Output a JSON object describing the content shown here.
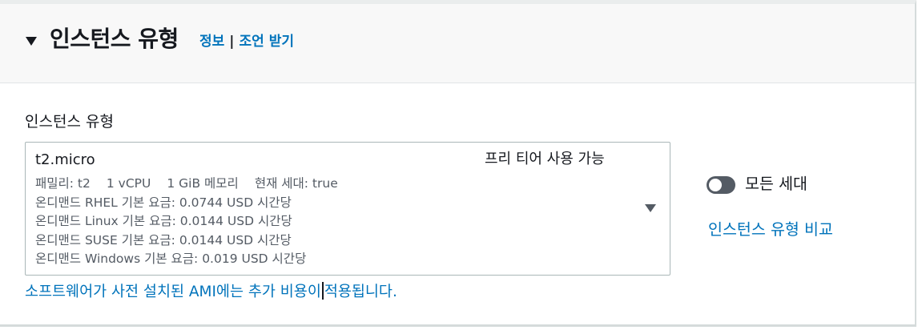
{
  "header": {
    "title": "인스턴스 유형",
    "info_link": "정보",
    "separator": "|",
    "advice_link": "조언 받기"
  },
  "field": {
    "label": "인스턴스 유형"
  },
  "selected_instance": {
    "name": "t2.micro",
    "badge": "프리 티어 사용 가능",
    "family": "패밀리: t2",
    "vcpu": "1 vCPU",
    "memory": "1 GiB 메모리",
    "generation": "현재 세대: true",
    "pricing": [
      "온디맨드 RHEL 기본 요금: 0.0744 USD 시간당",
      "온디맨드 Linux 기본 요금: 0.0144 USD 시간당",
      "온디맨드 SUSE 기본 요금: 0.0144 USD 시간당",
      "온디맨드 Windows 기본 요금: 0.019 USD 시간당"
    ]
  },
  "help_text": {
    "before_cursor": "소프트웨어가 사전 설치된 AMI에는 추가 비용이",
    "after_cursor": "적용됩니다."
  },
  "toggle": {
    "label": "모든 세대",
    "state": "off"
  },
  "compare_link": "인스턴스 유형 비교",
  "colors": {
    "link": "#0073bb",
    "text": "#16191f",
    "secondary_text": "#545b64",
    "header_bg": "#f8f8f8",
    "toggle_off": "#545b64",
    "border": "#aab7b8"
  }
}
